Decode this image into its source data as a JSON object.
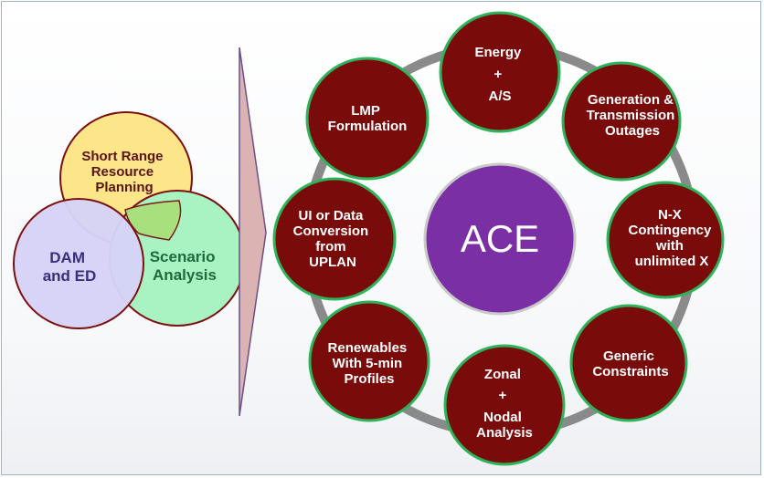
{
  "venn": {
    "top": [
      "Short Range",
      "Resource",
      "Planning"
    ],
    "left": [
      "DAM",
      "and ED"
    ],
    "right": [
      "Scenario",
      "Analysis"
    ]
  },
  "center": "ACE",
  "nodes": {
    "energy": [
      "Energy",
      "+",
      "A/S"
    ],
    "outages": [
      "Generation &",
      "Transmission",
      "Outages"
    ],
    "contingency": [
      "N-X",
      "Contingency",
      "with",
      "unlimited X"
    ],
    "constraints": [
      "Generic",
      "Constraints"
    ],
    "zonal": [
      "Zonal",
      "+",
      "Nodal",
      "Analysis"
    ],
    "renewables": [
      "Renewables",
      "With 5-min",
      "Profiles"
    ],
    "ui": [
      "UI or Data",
      "Conversion",
      "from",
      "UPLAN"
    ],
    "lmp": [
      "LMP",
      "Formulation"
    ]
  },
  "colors": {
    "node_fill": "#7a0b0b",
    "node_border": "#2fb35a",
    "ring": "#8a8a8a",
    "ace_fill": "#7b2fa5",
    "arrow_fill": "#dbb3b3",
    "venn_top": "#fde58a",
    "venn_left": "#d6d3f7",
    "venn_right": "#a9f3c2",
    "venn_border": "#7a1010"
  }
}
